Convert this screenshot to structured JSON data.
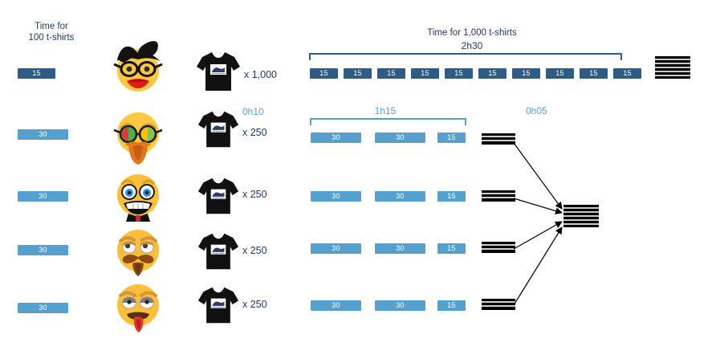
{
  "title_left": "Time for\n100 t-shirts",
  "title_right": "Time for 1,000 t-shirts",
  "right_total": "2h30",
  "labels": {
    "setup_time": "0h10",
    "batch_time": "1h15",
    "merge_time": "0h05"
  },
  "colors": {
    "dark_blue": "#2E5C86",
    "light_blue": "#56A0CF",
    "text_navy": "#1F3864",
    "black": "#000000"
  },
  "icons": {
    "tshirt": "tshirt-icon",
    "stack": "tshirt-stack-icon",
    "worker": "worker-face-icon",
    "arrow": "arrow-icon"
  },
  "rows": [
    {
      "id": "row-1",
      "left_block": {
        "value": "15",
        "tone": "dark",
        "width": 47
      },
      "face": "face-bow-glasses",
      "shirt_count": "x 1,000",
      "right_blocks": [
        {
          "value": "15",
          "tone": "dark"
        },
        {
          "value": "15",
          "tone": "dark"
        },
        {
          "value": "15",
          "tone": "dark"
        },
        {
          "value": "15",
          "tone": "dark"
        },
        {
          "value": "15",
          "tone": "dark"
        },
        {
          "value": "15",
          "tone": "dark"
        },
        {
          "value": "15",
          "tone": "dark"
        },
        {
          "value": "15",
          "tone": "dark"
        },
        {
          "value": "15",
          "tone": "dark"
        },
        {
          "value": "15",
          "tone": "dark"
        }
      ]
    },
    {
      "id": "row-2",
      "left_block": {
        "value": "30",
        "tone": "light",
        "width": 63
      },
      "face": "face-rainbow-glasses-beard",
      "shirt_count": "x 250",
      "setup_label": "0h10",
      "right_blocks": [
        {
          "value": "30",
          "tone": "light"
        },
        {
          "value": "30",
          "tone": "light"
        },
        {
          "value": "15",
          "tone": "light"
        }
      ]
    },
    {
      "id": "row-3",
      "left_block": {
        "value": "30",
        "tone": "light",
        "width": 63
      },
      "face": "face-bowtie-smile",
      "shirt_count": "x 250",
      "right_blocks": [
        {
          "value": "30",
          "tone": "light"
        },
        {
          "value": "30",
          "tone": "light"
        },
        {
          "value": "15",
          "tone": "light"
        }
      ]
    },
    {
      "id": "row-4",
      "left_block": {
        "value": "30",
        "tone": "light",
        "width": 63
      },
      "face": "face-mustache",
      "shirt_count": "x 250",
      "right_blocks": [
        {
          "value": "30",
          "tone": "light"
        },
        {
          "value": "30",
          "tone": "light"
        },
        {
          "value": "15",
          "tone": "light"
        }
      ]
    },
    {
      "id": "row-5",
      "left_block": {
        "value": "30",
        "tone": "light",
        "width": 63
      },
      "face": "face-tongue-out",
      "shirt_count": "x 250",
      "right_blocks": [
        {
          "value": "30",
          "tone": "light"
        },
        {
          "value": "30",
          "tone": "light"
        },
        {
          "value": "15",
          "tone": "light"
        }
      ]
    }
  ]
}
